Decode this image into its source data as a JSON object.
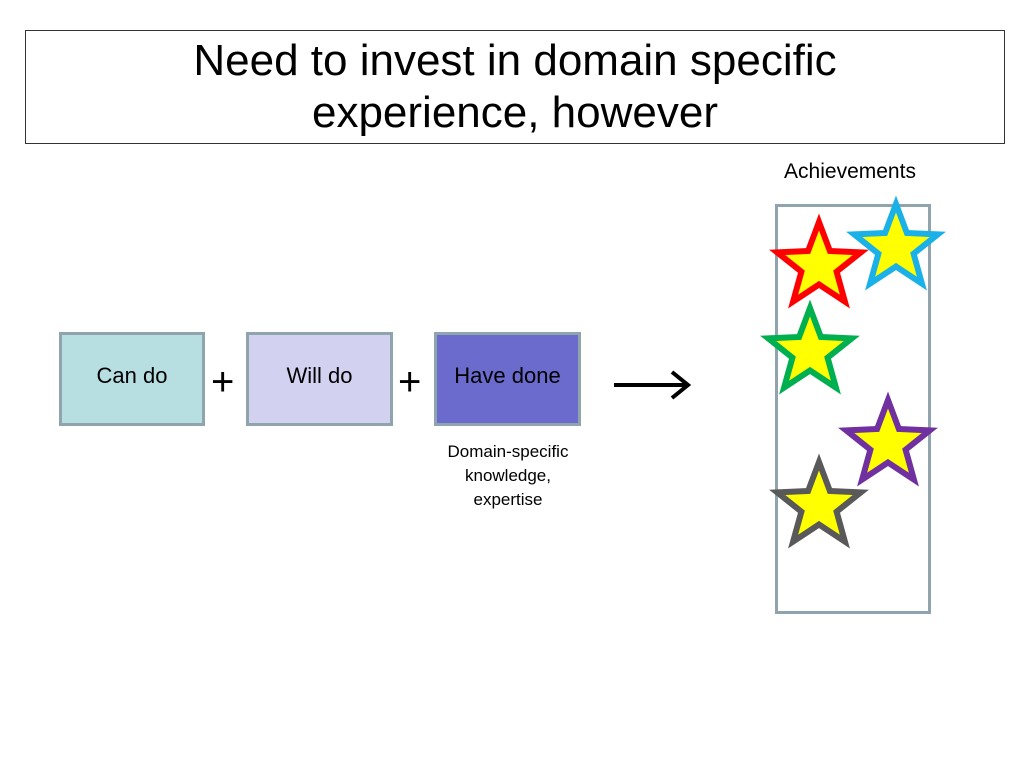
{
  "slide": {
    "title": "Need to invest in domain specific experience, however"
  },
  "flow": {
    "can_do": "Can do",
    "will_do": "Will do",
    "have_done": "Have done",
    "plus": "+",
    "caption": "Domain-specific knowledge, expertise"
  },
  "achievements": {
    "label": "Achievements",
    "stars": [
      {
        "outline": "#ff0000",
        "fill": "#ffff00",
        "icon": "red-star"
      },
      {
        "outline": "#1ab0e8",
        "fill": "#ffff00",
        "icon": "cyan-star"
      },
      {
        "outline": "#00b050",
        "fill": "#ffff00",
        "icon": "green-star"
      },
      {
        "outline": "#7030a0",
        "fill": "#ffff00",
        "icon": "purple-star"
      },
      {
        "outline": "#595959",
        "fill": "#ffff00",
        "icon": "gray-star"
      }
    ]
  },
  "colors": {
    "can_do_bg": "#b7dfe2",
    "will_do_bg": "#d3d1f0",
    "have_done_bg": "#6b6bce",
    "box_border": "#8fa4ad"
  }
}
